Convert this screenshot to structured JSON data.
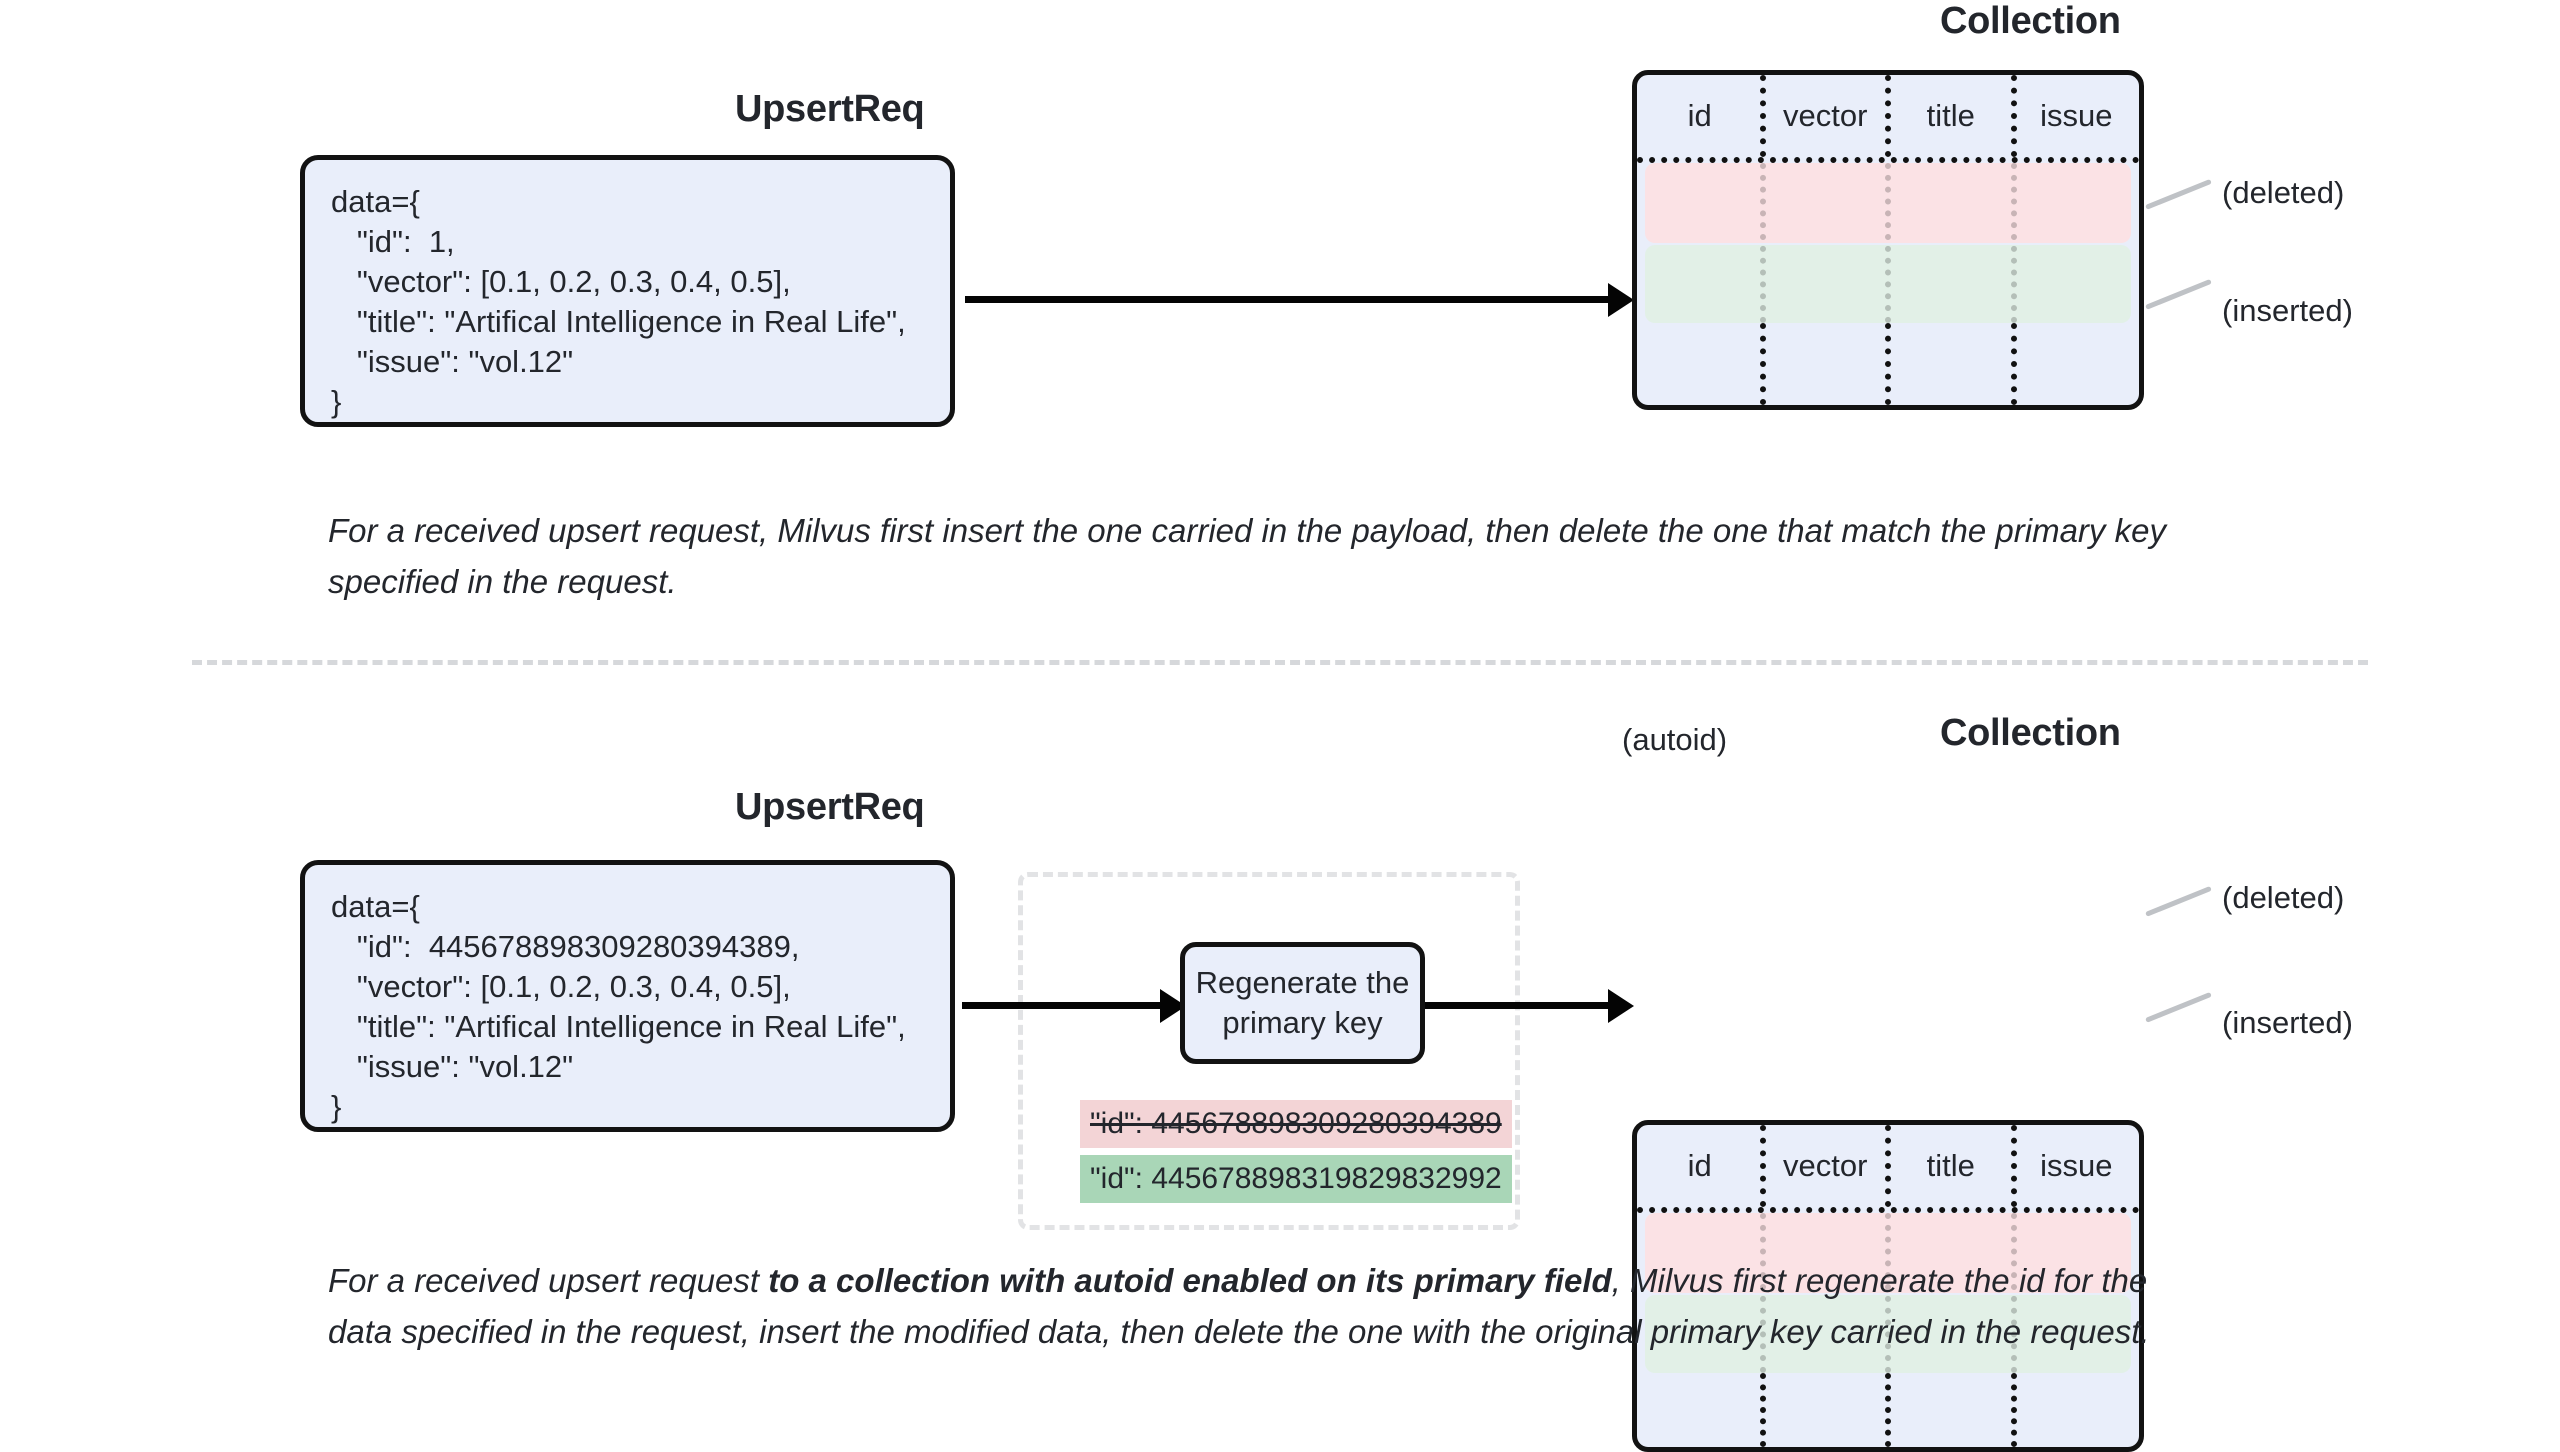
{
  "sections": [
    {
      "request_title": "UpsertReq",
      "collection_title": "Collection",
      "code_lines": [
        "data={",
        "   \"id\":  1,",
        "   \"vector\": [0.1, 0.2, 0.3, 0.4, 0.5],",
        "   \"title\": \"Artifical Intelligence in Real Life\",",
        "   \"issue\": \"vol.12\"",
        "}"
      ],
      "columns": [
        "id",
        "vector",
        "title",
        "issue"
      ],
      "row_annotations": [
        "(deleted)",
        "(inserted)"
      ],
      "caption": "For a received upsert request, Milvus first insert the one carried in the payload, then delete the one that match the primary key specified in the request.",
      "caption_parts": [
        {
          "text": "For a received upsert request, Milvus first insert the one carried in the payload, then delete the one that match the primary ",
          "bold": false
        },
        {
          "text": "",
          "bold": true
        },
        {
          "text": "key specified in the request.",
          "bold": false
        }
      ]
    },
    {
      "request_title": "UpsertReq",
      "collection_title": "Collection",
      "autoid_label": "(autoid)",
      "code_lines": [
        "data={",
        "   \"id\":  445678898309280394389,",
        "   \"vector\": [0.1, 0.2, 0.3, 0.4, 0.5],",
        "   \"title\": \"Artifical Intelligence in Real Life\",",
        "   \"issue\": \"vol.12\"",
        "}"
      ],
      "process_label": "Regenerate the\nprimary key",
      "id_old": "\"id\":  445678898309280394389",
      "id_new": "\"id\":  445678898319829832992",
      "columns": [
        "id",
        "vector",
        "title",
        "issue"
      ],
      "row_annotations": [
        "(deleted)",
        "(inserted)"
      ],
      "caption_parts": [
        {
          "text": "For a received upsert request ",
          "bold": false
        },
        {
          "text": "to a collection with autoid enabled on its primary field",
          "bold": true
        },
        {
          "text": ", Milvus first regenerate the id for the data specified in the request, insert the modified data, then delete the one with the original primary key carried in the request.",
          "bold": false
        }
      ]
    }
  ],
  "colors": {
    "box_fill": "#e9eefa",
    "box_border": "#121212",
    "row_deleted": "#fbe2e5",
    "row_inserted": "#e2f0e7",
    "chip_old": "#f3d4d6",
    "chip_new": "#a9d6b7",
    "leader": "#bfc2c6",
    "divider": "#d6d8db"
  }
}
